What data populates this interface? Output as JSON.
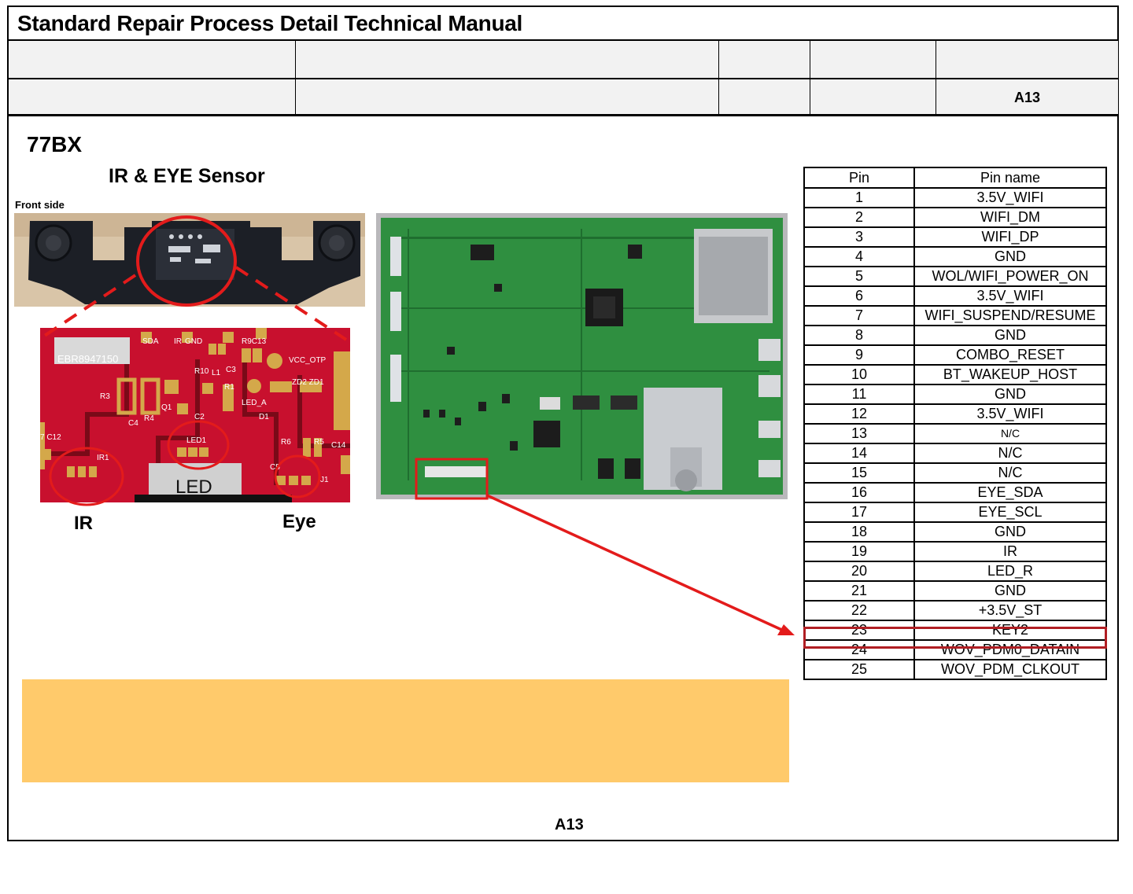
{
  "document": {
    "title": "Standard Repair Process Detail Technical Manual",
    "header_code": "A13",
    "model": "77BX",
    "section_title": "IR & EYE Sensor",
    "front_side_label": "Front side",
    "footer_page": "A13"
  },
  "labels": {
    "ir": "IR",
    "eye": "Eye",
    "led": "LED"
  },
  "pcb_silkscreen": {
    "part_no": "EBR8947150",
    "sda": "SDA",
    "ir": "IR",
    "gnd": "GND",
    "r9c13": "R9C13",
    "vcc_otp": "VCC_OTP",
    "r10": "R10",
    "l1": "L1",
    "c3": "C3",
    "r3": "R3",
    "r4": "R4",
    "q1": "Q1",
    "c4": "C4",
    "r1": "R1",
    "c2": "C2",
    "zd2zd1": "ZD2 ZD1",
    "led_a": "LED_A",
    "d1": "D1",
    "led1": "LED1",
    "r6": "R6",
    "r5": "R5",
    "c14": "C14",
    "c5": "C5",
    "j1": "J1",
    "c12": "7 C12",
    "ir1": "IR1"
  },
  "pin_table": {
    "headers": [
      "Pin",
      "Pin name"
    ],
    "rows": [
      {
        "pin": "1",
        "name": "3.5V_WIFI"
      },
      {
        "pin": "2",
        "name": "WIFI_DM"
      },
      {
        "pin": "3",
        "name": "WIFI_DP"
      },
      {
        "pin": "4",
        "name": "GND"
      },
      {
        "pin": "5",
        "name": "WOL/WIFI_POWER_ON"
      },
      {
        "pin": "6",
        "name": "3.5V_WIFI"
      },
      {
        "pin": "7",
        "name": "WIFI_SUSPEND/RESUME"
      },
      {
        "pin": "8",
        "name": "GND"
      },
      {
        "pin": "9",
        "name": "COMBO_RESET"
      },
      {
        "pin": "10",
        "name": "BT_WAKEUP_HOST"
      },
      {
        "pin": "11",
        "name": "GND"
      },
      {
        "pin": "12",
        "name": "3.5V_WIFI"
      },
      {
        "pin": "13",
        "name": "N/C"
      },
      {
        "pin": "14",
        "name": "N/C"
      },
      {
        "pin": "15",
        "name": "N/C"
      },
      {
        "pin": "16",
        "name": "EYE_SDA"
      },
      {
        "pin": "17",
        "name": "EYE_SCL"
      },
      {
        "pin": "18",
        "name": "GND"
      },
      {
        "pin": "19",
        "name": "IR"
      },
      {
        "pin": "20",
        "name": "LED_R"
      },
      {
        "pin": "21",
        "name": "GND"
      },
      {
        "pin": "22",
        "name": "+3.5V_ST"
      },
      {
        "pin": "23",
        "name": "KEY2"
      },
      {
        "pin": "24",
        "name": "WOV_PDM0_DATAIN"
      },
      {
        "pin": "25",
        "name": "WOV_PDM_CLKOUT"
      }
    ],
    "highlighted_pin": "22"
  },
  "colors": {
    "callout_red": "#e31b1b",
    "highlight_border": "#b01e23",
    "note_box": "#ffca6b",
    "pcb_red": "#c8102e",
    "board_green": "#2e8a3e"
  }
}
